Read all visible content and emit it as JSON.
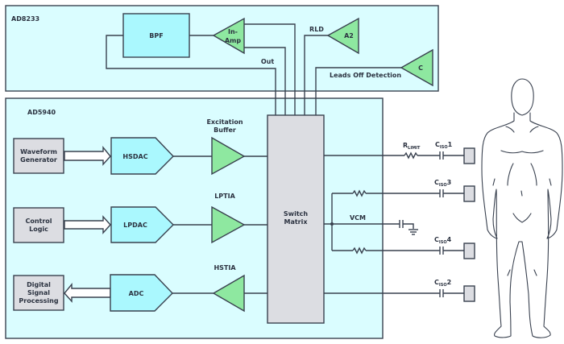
{
  "colors": {
    "panel_bg": "#dafdff",
    "block_cyan": "#aaf8fe",
    "amp_green": "#8ee8a0",
    "gray_block": "#dcdde2",
    "line": "#39414f"
  },
  "ad8233": {
    "title": "AD8233",
    "bpf": "BPF",
    "inamp_line1": "In-",
    "inamp_line2": "Amp",
    "a2": "A2",
    "c": "C",
    "out_label": "Out",
    "rld_label": "RLD",
    "leads_off_label": "Leads Off Detection"
  },
  "ad5940": {
    "title": "AD5940",
    "waveform_line1": "Waveform",
    "waveform_line2": "Generator",
    "control_line1": "Control",
    "control_line2": "Logic",
    "dsp_line1": "Digital",
    "dsp_line2": "Signal",
    "dsp_line3": "Processing",
    "hsdac": "HSDAC",
    "lpdac": "LPDAC",
    "adc": "ADC",
    "excitation_line1": "Excitation",
    "excitation_line2": "Buffer",
    "lptia": "LPTIA",
    "hstia": "HSTIA",
    "switch_line1": "Switch",
    "switch_line2": "Matrix"
  },
  "external": {
    "rlimit_main": "R",
    "rlimit_sub": "LIMIT",
    "vcm": "VCM",
    "ciso": [
      {
        "main": "C",
        "sub": "ISO",
        "num": "1"
      },
      {
        "main": "C",
        "sub": "ISO",
        "num": "3"
      },
      {
        "main": "C",
        "sub": "ISO",
        "num": "4"
      },
      {
        "main": "C",
        "sub": "ISO",
        "num": "2"
      }
    ]
  }
}
